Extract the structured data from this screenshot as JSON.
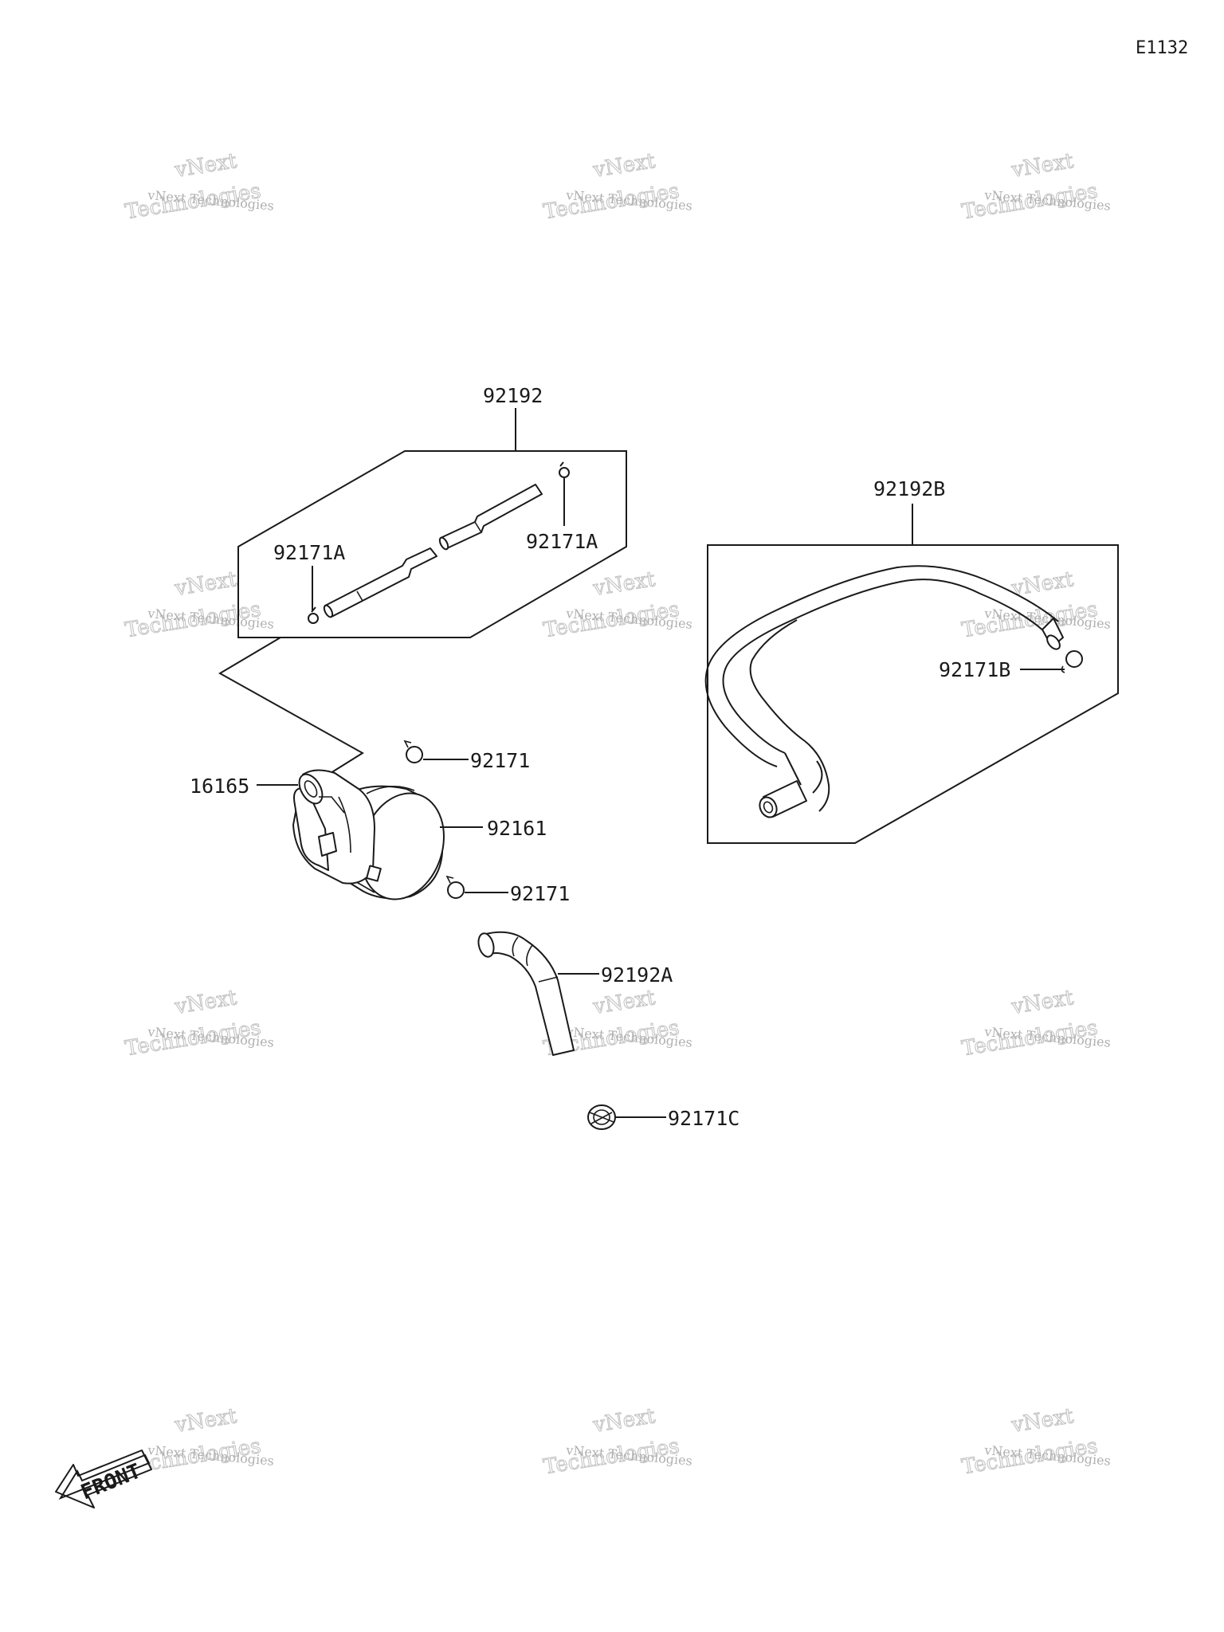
{
  "diagram_code": "E1132",
  "watermark": {
    "line1": "vNext Technologies",
    "line2": "vNext",
    "line3": "Technologies"
  },
  "front_label": "FRONT",
  "callouts": {
    "hose_kit_upper": "92192",
    "clamp_92171a_left": "92171A",
    "clamp_92171a_right": "92171A",
    "hose_kit_right": "92192B",
    "clamp_92171b": "92171B",
    "clamp_92171_upper": "92171",
    "filter_16165": "16165",
    "cover_92161": "92161",
    "clamp_92171_lower": "92171",
    "hose_92192a": "92192A",
    "clamp_92171c": "92171C"
  }
}
